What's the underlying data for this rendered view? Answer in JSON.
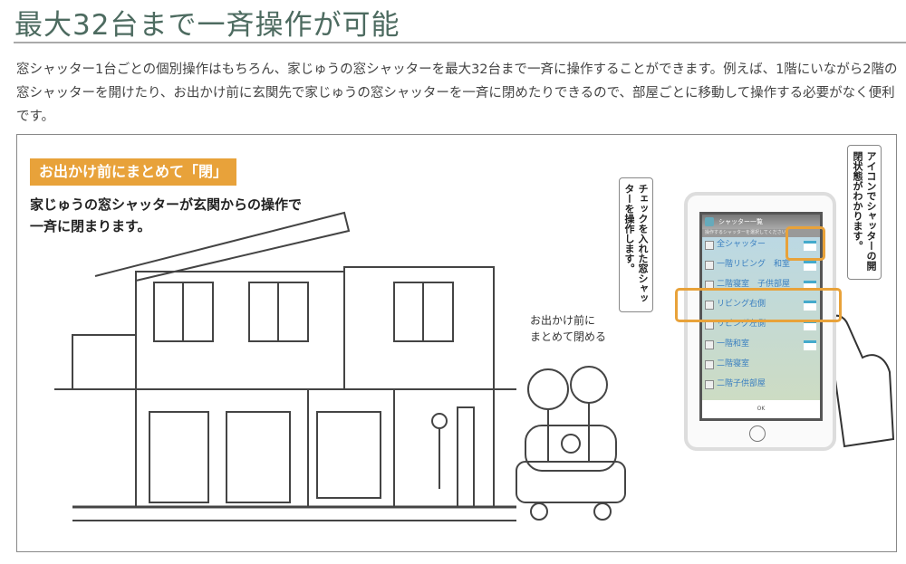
{
  "header": {
    "title": "最大32台まで一斉操作が可能"
  },
  "body": {
    "paragraph": "窓シャッター1台ごとの個別操作はもちろん、家じゅうの窓シャッターを最大32台まで一斉に操作することができます。例えば、1階にいながら2階の窓シャッターを開けたり、お出かけ前に玄関先で家じゅうの窓シャッターを一斉に閉めたりできるので、部屋ごとに移動して操作する必要がなく便利です。"
  },
  "illustration": {
    "label": "お出かけ前にまとめて「閉」",
    "caption": "家じゅうの窓シャッターが玄関からの操作で一斉に閉まります。",
    "speech": [
      "お出かけ前に",
      "まとめて閉める"
    ],
    "callout_check": "チェックを入れた窓シャッターを操作します。",
    "callout_icon": "アイコンでシャッターの開閉状態がわかります。",
    "accent": "#e8a23a",
    "phone": {
      "title": "シャッター一覧",
      "subtitle": "操作するシャッターを選択してください",
      "items": [
        "全シャッター",
        "一階リビング　和室",
        "二階寝室　子供部屋",
        "リビング右側",
        "リビング左側",
        "一階和室",
        "二階寝室",
        "二階子供部屋"
      ],
      "ok": "OK"
    }
  }
}
